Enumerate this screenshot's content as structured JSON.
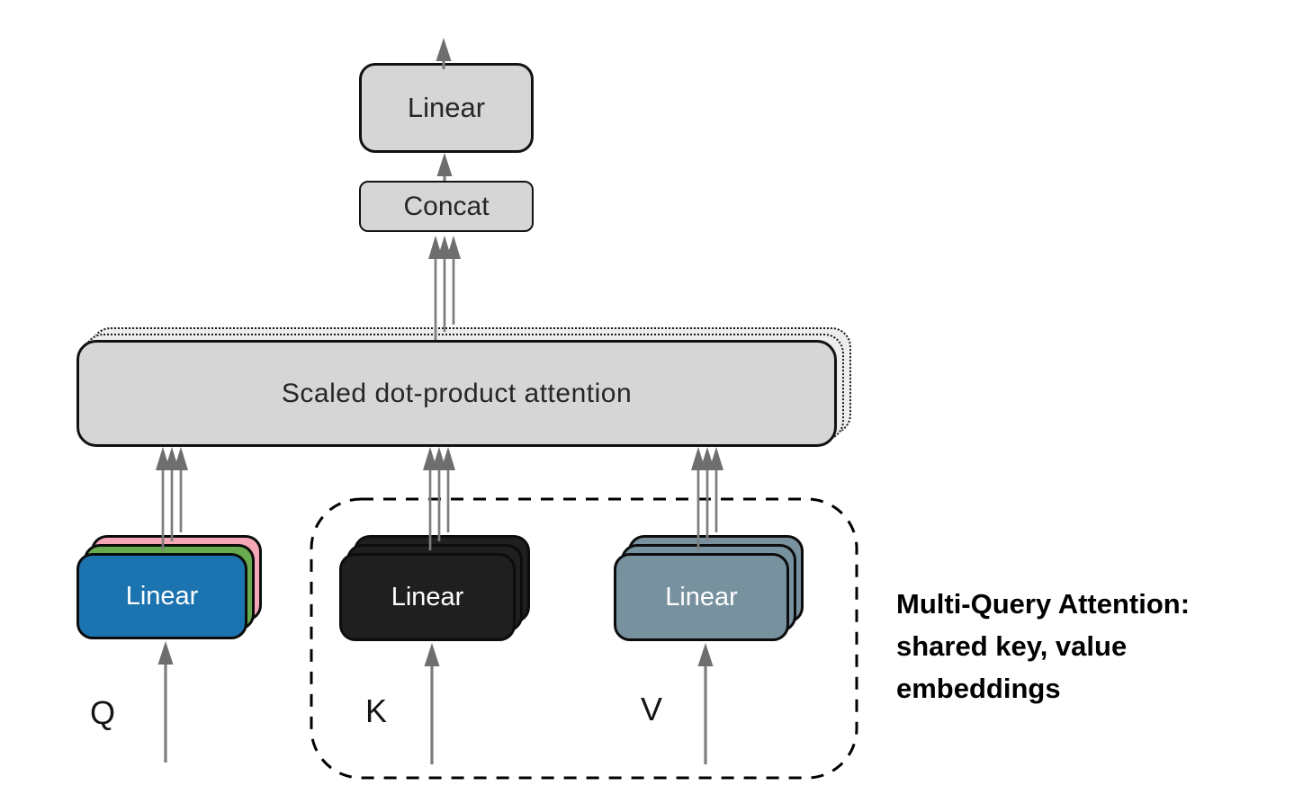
{
  "blocks": {
    "output_linear": "Linear",
    "concat": "Concat",
    "attention": "Scaled dot-product attention",
    "q_linear": "Linear",
    "k_linear": "Linear",
    "v_linear": "Linear"
  },
  "inputs": {
    "q": "Q",
    "k": "K",
    "v": "V"
  },
  "caption": {
    "line1": "Multi-Query Attention:",
    "line2": "shared key, value",
    "line3": "embeddings"
  },
  "colors": {
    "q_front": "#1b74b0",
    "q_middle": "#68aa4e",
    "q_back": "#f6a7b5",
    "k_stack": "#1f1f1f",
    "v_stack": "#78919f",
    "gray_box": "#d6d6d6",
    "arrow": "#7d7d7d"
  }
}
